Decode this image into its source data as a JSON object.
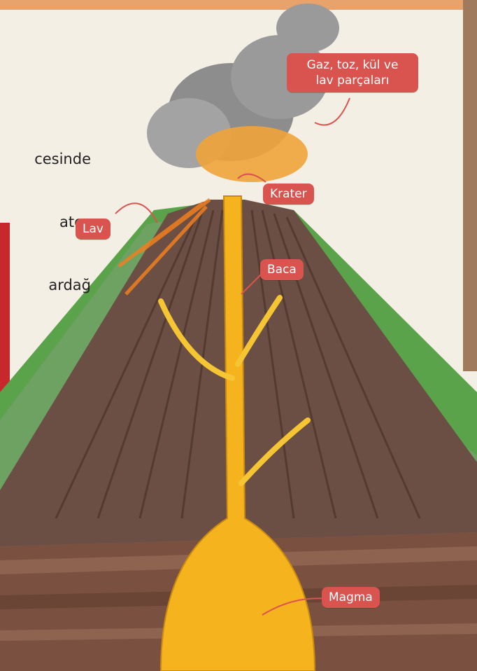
{
  "intro_text": {
    "line1": "cesinde",
    "line2": "ateş",
    "line3": "ardağ"
  },
  "labels": {
    "gas_line1": "Gaz, toz, kül ve",
    "gas_line2": "lav parçaları",
    "crater": "Krater",
    "vent": "Baca",
    "lava": "Lav",
    "magma": "Magma"
  },
  "colors": {
    "label_bg": "#d9534f",
    "magma": "#f5b31e",
    "mountain": "#6b4f44",
    "grass": "#5aa34a",
    "smoke": "#8d8d8d",
    "crust": "#8a5a44"
  }
}
